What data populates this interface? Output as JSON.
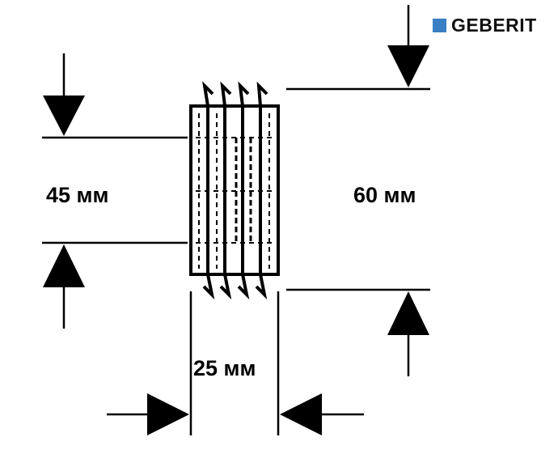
{
  "brand": {
    "name": "GEBERIT",
    "accent_color": "#3a7fc4"
  },
  "dimensions": {
    "inner_diameter": "45 мм",
    "outer_diameter": "60 мм",
    "length": "25 мм"
  },
  "colors": {
    "line": "#000000",
    "background": "#ffffff"
  }
}
